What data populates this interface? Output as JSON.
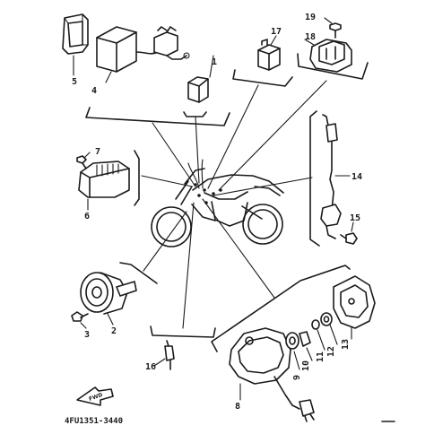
{
  "callouts": {
    "p1": "1",
    "p2": "2",
    "p3": "3",
    "p4": "4",
    "p5": "5",
    "p6": "6",
    "p7": "7",
    "p8": "8",
    "p9": "9",
    "p10": "10",
    "p11": "11",
    "p12": "12",
    "p13": "13",
    "p14": "14",
    "p15": "15",
    "p16": "16",
    "p17": "17",
    "p18": "18",
    "p19": "19"
  },
  "drawing_code": "4FU1351-3440",
  "forward_label": "FWD"
}
